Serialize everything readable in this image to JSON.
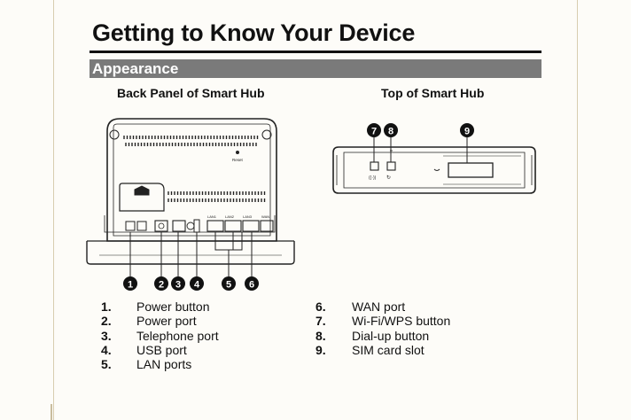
{
  "header": {
    "title": "Getting to Know Your Device",
    "section": "Appearance"
  },
  "figures": {
    "back_caption": "Back Panel of Smart Hub",
    "top_caption": "Top of Smart Hub",
    "back_markers": [
      "1",
      "2",
      "3",
      "4",
      "5",
      "6"
    ],
    "top_markers": [
      "7",
      "8",
      "9"
    ],
    "reset_label": "Reset",
    "port_labels": [
      "LAN1",
      "LAN2",
      "LAN3",
      "WAN"
    ]
  },
  "legend_left": [
    {
      "num": "1.",
      "label": "Power button"
    },
    {
      "num": "2.",
      "label": "Power port"
    },
    {
      "num": "3.",
      "label": "Telephone port"
    },
    {
      "num": "4.",
      "label": "USB port"
    },
    {
      "num": "5.",
      "label": "LAN ports"
    }
  ],
  "legend_right": [
    {
      "num": "6.",
      "label": "WAN port"
    },
    {
      "num": "7.",
      "label": "Wi-Fi/WPS button"
    },
    {
      "num": "8.",
      "label": "Dial-up button"
    },
    {
      "num": "9.",
      "label": "SIM card slot"
    }
  ],
  "colors": {
    "section_bar": "#7a7a7a",
    "border": "#d8cdb0"
  }
}
